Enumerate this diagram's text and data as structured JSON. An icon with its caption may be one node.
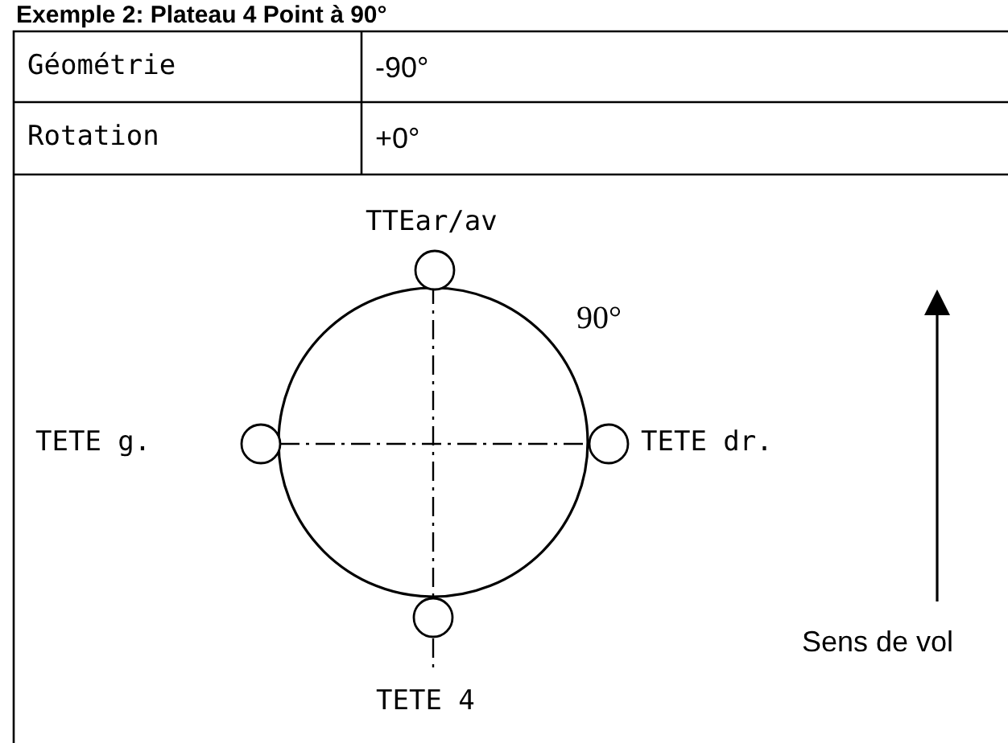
{
  "diagram": {
    "title": "Exemple 2: Plateau 4 Point à 90°",
    "labels": [
      "Géométrie",
      "-90°",
      "Rotation",
      "+0°",
      "TTEar/av",
      "90°",
      "TETE g.",
      "TETE dr.",
      "TETE 4",
      "Sens de vol"
    ]
  }
}
